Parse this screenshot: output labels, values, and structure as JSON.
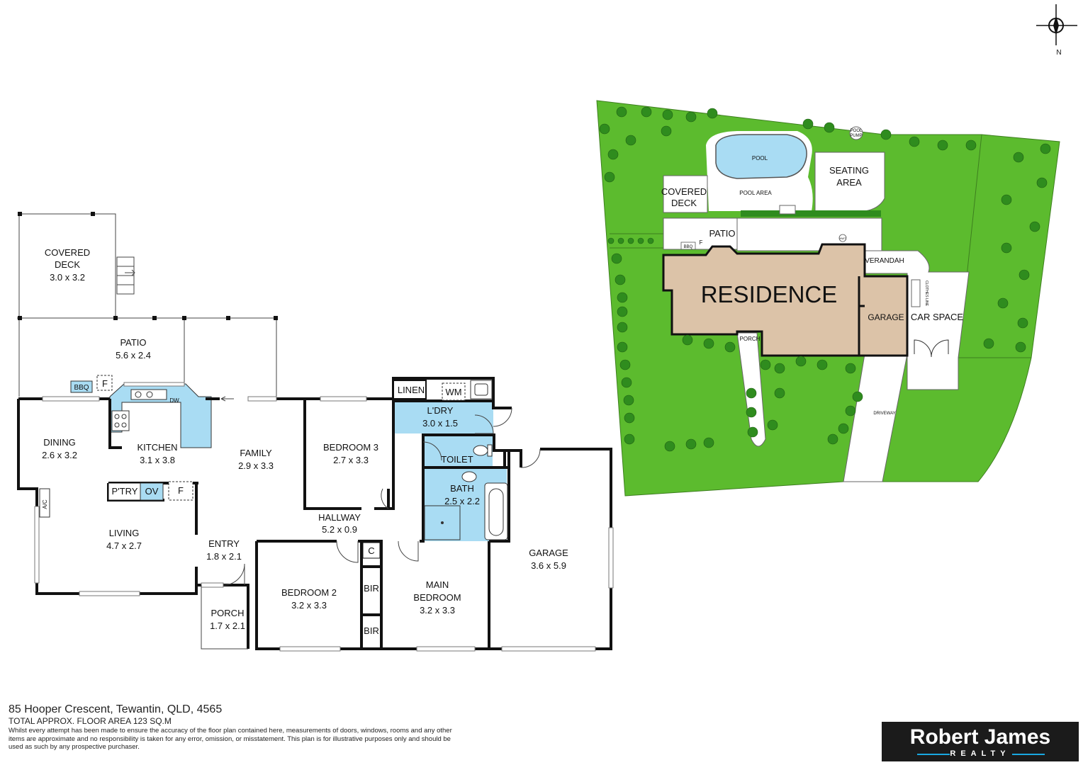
{
  "floor_plan": {
    "rooms": [
      {
        "id": "covered-deck",
        "name": "COVERED\nDECK",
        "size": "3.0 x 3.2"
      },
      {
        "id": "patio",
        "name": "PATIO",
        "size": "5.6 x 2.4"
      },
      {
        "id": "dining",
        "name": "DINING",
        "size": "2.6 x 3.2"
      },
      {
        "id": "kitchen",
        "name": "KITCHEN",
        "size": "3.1 x 3.8"
      },
      {
        "id": "family",
        "name": "FAMILY",
        "size": "2.9 x 3.3"
      },
      {
        "id": "bedroom3",
        "name": "BEDROOM 3",
        "size": "2.7 x 3.3"
      },
      {
        "id": "laundry",
        "name": "L'DRY",
        "size": "3.0 x 1.5"
      },
      {
        "id": "bath",
        "name": "BATH",
        "size": "2.5 x 2.2"
      },
      {
        "id": "living",
        "name": "LIVING",
        "size": "4.7 x 2.7"
      },
      {
        "id": "hallway",
        "name": "HALLWAY",
        "size": "5.2 x 0.9"
      },
      {
        "id": "entry",
        "name": "ENTRY",
        "size": "1.8 x 2.1"
      },
      {
        "id": "porch",
        "name": "PORCH",
        "size": "1.7 x 2.1"
      },
      {
        "id": "bedroom2",
        "name": "BEDROOM 2",
        "size": "3.2 x 3.3"
      },
      {
        "id": "main-bedroom",
        "name": "MAIN\nBEDROOM",
        "size": "3.2 x 3.3"
      },
      {
        "id": "garage",
        "name": "GARAGE",
        "size": "3.6 x 5.9"
      }
    ],
    "fixtures": {
      "bbq": "BBQ",
      "fridge": "F",
      "dw": "DW",
      "linen": "LINEN",
      "wm": "WM",
      "toilet": "TOILET",
      "pantry": "P'TRY",
      "oven": "OV",
      "fridge2": "F",
      "ac": "A/C",
      "c": "C",
      "bir1": "BIR",
      "bir2": "BIR"
    }
  },
  "site_plan": {
    "residence": "RESIDENCE",
    "pool": "POOL",
    "pool_area": "POOL AREA",
    "pool_pump": "POOL\nPUMP",
    "seating_area": "SEATING\nAREA",
    "covered_deck": "COVERED\nDECK",
    "patio": "PATIO",
    "bbq": "BBQ",
    "f": "F",
    "hwt": "HWT",
    "verandah": "VERANDAH",
    "garage": "GARAGE",
    "car_space": "CAR SPACE",
    "clothes_line": "CLOTHES LINE",
    "porch": "PORCH",
    "driveway": "DRIVEWAY",
    "compass_north": "N"
  },
  "footer": {
    "address": "85 Hooper Crescent, Tewantin, QLD, 4565",
    "floor_area": "TOTAL APPROX. FLOOR AREA 123 SQ.M",
    "disclaimer": "Whilst every attempt has been made to ensure the accuracy of the floor plan contained here, measurements of doors, windows, rooms and any other items are approximate and no responsibility is taken for any error, omission, or misstatement. This plan is for illustrative purposes only and should be used as such by any prospective purchaser."
  },
  "logo": {
    "name": "Robert James",
    "sub": "REALTY"
  },
  "colors": {
    "grass": "#5cbb2e",
    "residence": "#dcc3a8",
    "wet_area": "#a9dcf3",
    "tree": "#2f8c1e",
    "driveway": "#ffffff"
  }
}
